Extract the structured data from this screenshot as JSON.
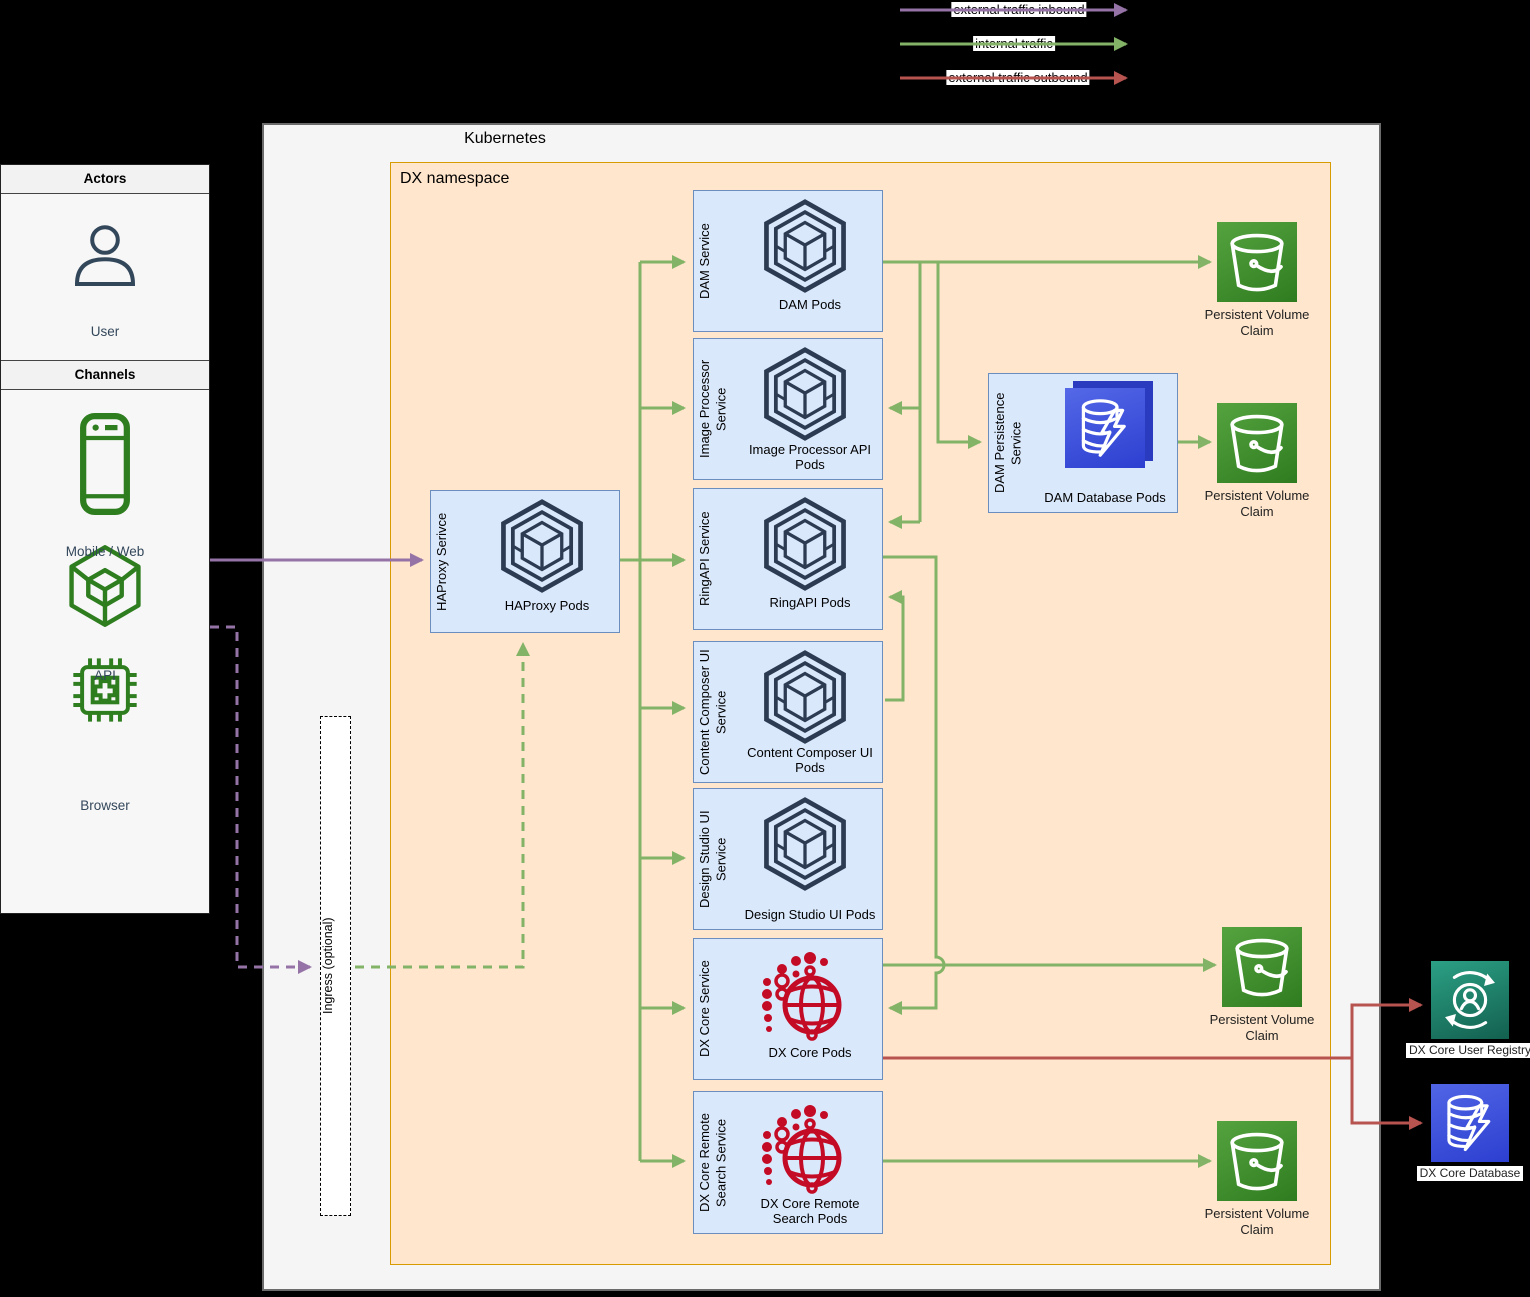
{
  "legend": {
    "items": [
      {
        "label": "external traffic inbound",
        "color": "#9673a6"
      },
      {
        "label": "internal traffic",
        "color": "#82b366"
      },
      {
        "label": "external traffic outbound",
        "color": "#b85450"
      }
    ]
  },
  "sidebar": {
    "actors_header": "Actors",
    "user_label": "User",
    "channels_header": "Channels",
    "channels": [
      {
        "label": "Mobile / Web"
      },
      {
        "label": "API"
      },
      {
        "label": "Browser"
      }
    ]
  },
  "kubernetes": {
    "title": "Kubernetes"
  },
  "namespace": {
    "title": "DX namespace"
  },
  "ingress": {
    "label": "Ingress (optional)"
  },
  "haproxy": {
    "service_label": "HAProxy Serivce",
    "pods_label": "HAProxy Pods"
  },
  "services": [
    {
      "service_label": "DAM Service",
      "pods_label": "DAM Pods"
    },
    {
      "service_label": "Image Processor Service",
      "pods_label": "Image Processor API Pods"
    },
    {
      "service_label": "RingAPI Service",
      "pods_label": "RingAPI Pods"
    },
    {
      "service_label": "Content Composer UI Service",
      "pods_label": "Content Composer UI Pods"
    },
    {
      "service_label": "Design Studio UI Service",
      "pods_label": "Design Studio UI Pods"
    },
    {
      "service_label": "DX Core Service",
      "pods_label": "DX Core Pods"
    },
    {
      "service_label": "DX Core Remote Search Service",
      "pods_label": "DX Core Remote Search Pods"
    }
  ],
  "persistence": {
    "service_label": "DAM  Persistence Service",
    "pods_label": "DAM Database Pods"
  },
  "pvc": {
    "label": "Persistent Volume Claim"
  },
  "external": {
    "user_registry_label": "DX Core User Registry",
    "database_label": "DX Core Database"
  },
  "colors": {
    "purple": "#9673a6",
    "green": "#82b366",
    "red": "#b85450",
    "service_fill": "#dae8fc",
    "service_border": "#6c8ebf",
    "namespace_fill": "#ffe6cc",
    "namespace_border": "#d79b00",
    "pod_icon": "#2d3b52",
    "dxcore_icon": "#c40b25",
    "channel_icon": "#2e7d1f"
  }
}
